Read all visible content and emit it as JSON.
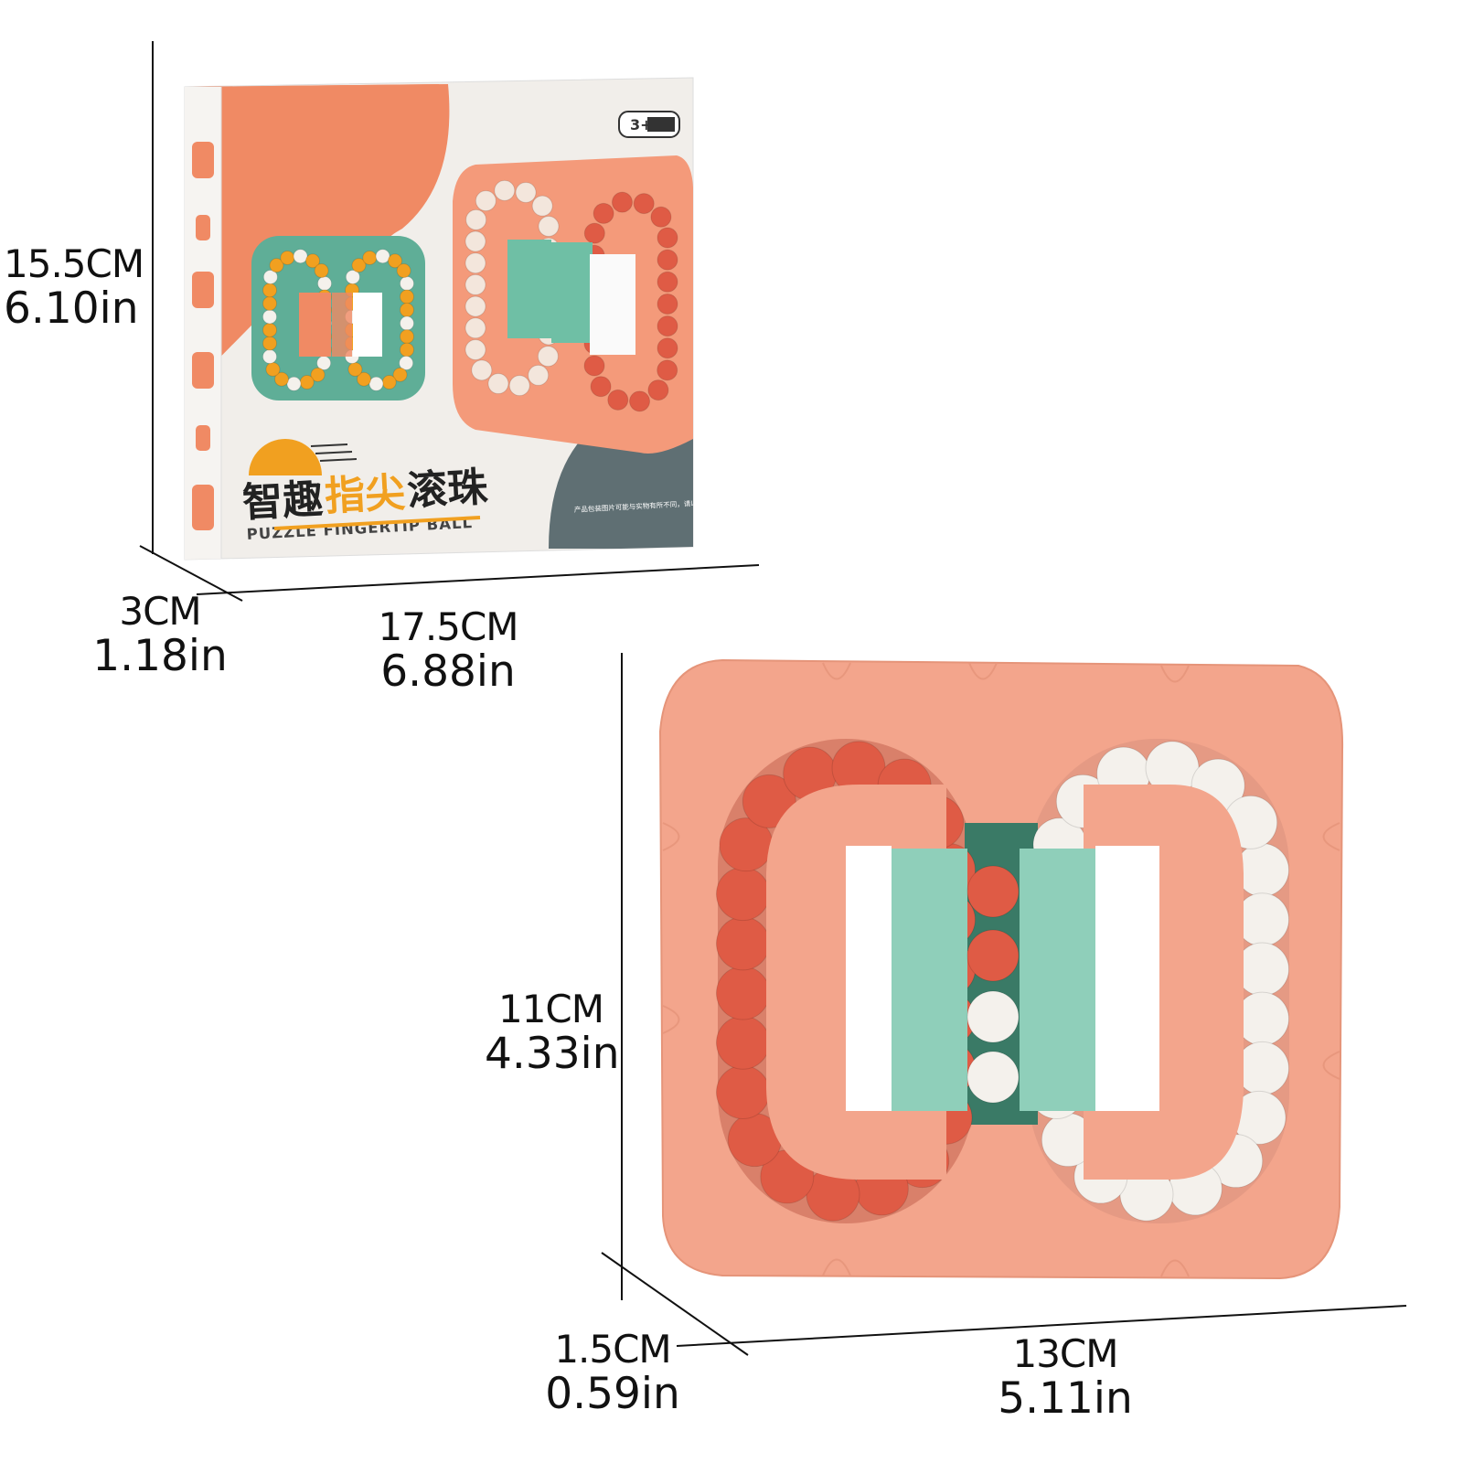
{
  "box": {
    "title_cn_1": "智趣",
    "title_cn_2": "指尖",
    "title_cn_3": "滚珠",
    "title_en": "PUZZLE FINGERTIP BALL",
    "age_badge": "3+",
    "disclaimer": "产品包装图片可能与实物有所不同，请以实物为准。"
  },
  "dimensions": {
    "box_height": {
      "cm": "15.5CM",
      "in": "6.10in"
    },
    "box_depth": {
      "cm": "3CM",
      "in": "1.18in"
    },
    "box_width": {
      "cm": "17.5CM",
      "in": "6.88in"
    },
    "toy_height": {
      "cm": "11CM",
      "in": "4.33in"
    },
    "toy_depth": {
      "cm": "1.5CM",
      "in": "0.59in"
    },
    "toy_width": {
      "cm": "13CM",
      "in": "5.11in"
    }
  },
  "colors": {
    "toy_body": "#f3a58c",
    "ball_red": "#df5b45",
    "ball_white": "#f4f1ec",
    "slider_green": "#8fcfba",
    "box_orange": "#f08a64",
    "box_green": "#5fae97",
    "box_slate": "#5f6f73",
    "title_yellow": "#f1a020"
  }
}
